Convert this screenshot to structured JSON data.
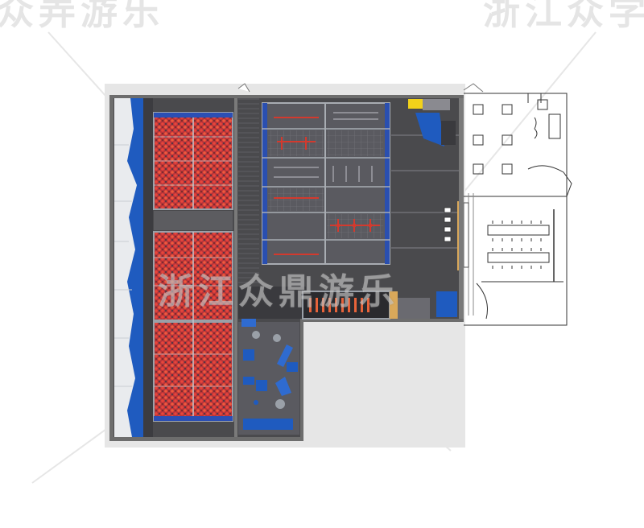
{
  "watermarks": {
    "top_left": "众弄游乐",
    "top_right": "浙江众学",
    "center": "浙江众鼎游乐"
  },
  "colors": {
    "background": "#ffffff",
    "outer_wall": "#6d6d6d",
    "floor": "#4a4a4d",
    "climbing_wall": "#e9ebee",
    "wall_blue": "#1f5bbf",
    "frame_blue": "#2a4fb0",
    "ball_red": "#e03a2e",
    "net_grey": "#8c8c92",
    "accent_yellow": "#f2d21a",
    "counter_wood": "#d9a85a",
    "cafe_line": "#333333"
  },
  "icons": [
    "trampoline-grid-icon",
    "ball-pit-icon",
    "ninja-course-icon",
    "table-chair-icon",
    "sofa-icon",
    "counter-icon"
  ]
}
